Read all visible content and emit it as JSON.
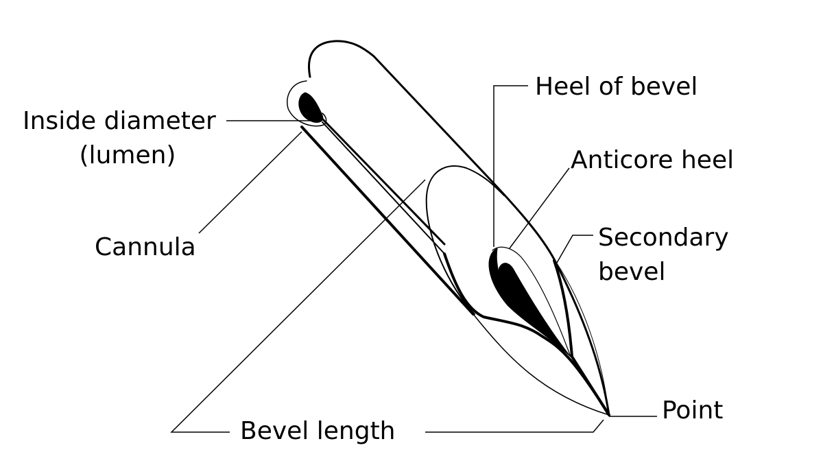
{
  "title": "Hypodermic needle tip anatomy",
  "labels": {
    "inside_diameter": "Inside diameter",
    "lumen": "(lumen)",
    "cannula": "Cannula",
    "heel_of_bevel": "Heel of bevel",
    "anticore_heel": "Anticore heel",
    "secondary": "Secondary",
    "bevel": "bevel",
    "point": "Point",
    "bevel_length": "Bevel length"
  },
  "colors": {
    "stroke": "#000000",
    "background": "#ffffff"
  }
}
